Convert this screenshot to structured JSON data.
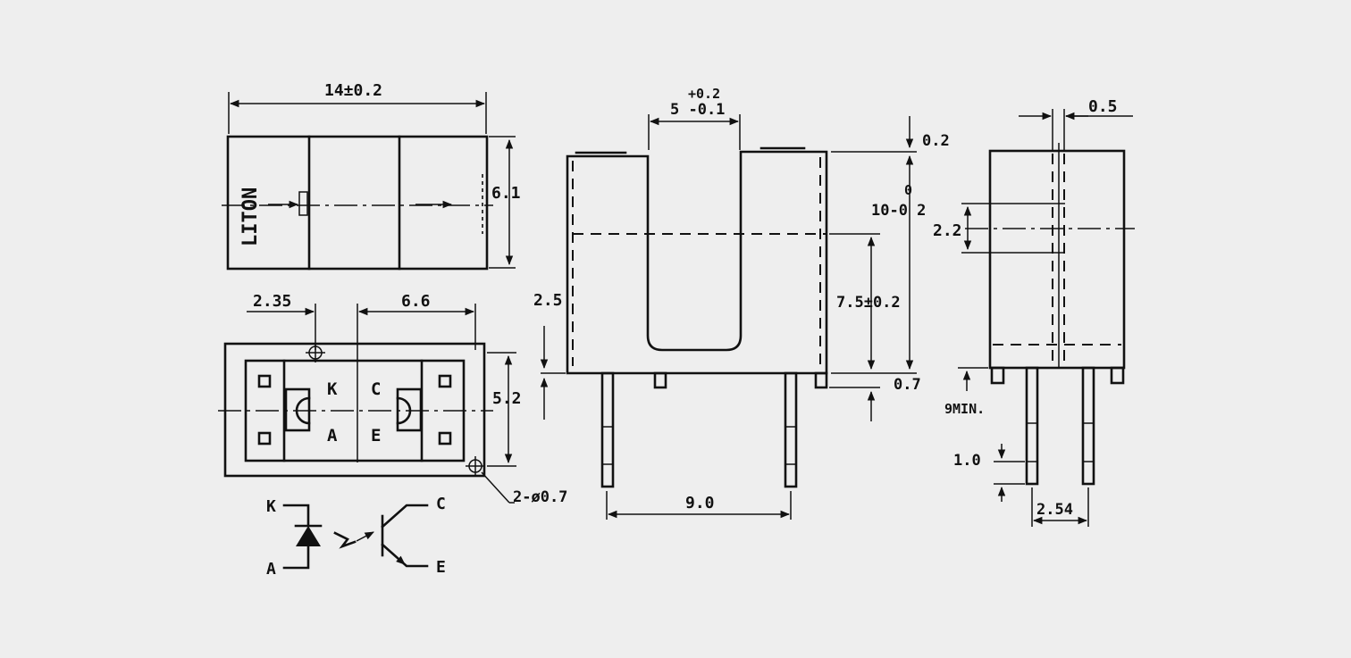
{
  "drawing": {
    "top_view": {
      "logo": "LITON",
      "dim_width": "14±0.2",
      "dim_height": "6.1"
    },
    "bottom_view": {
      "dim_left": "2.35",
      "dim_center": "6.6",
      "dim_height": "5.2",
      "dim_holes": "2-ø0.7",
      "pin_k": "K",
      "pin_c": "C",
      "pin_a": "A",
      "pin_e": "E"
    },
    "schematic": {
      "k": "K",
      "a": "A",
      "c": "C",
      "e": "E"
    },
    "front_view": {
      "dim_slot_tol_top": "+0.2",
      "dim_slot": "5 -0.1",
      "dim_top": "0.2",
      "dim_height_tol": "0",
      "dim_height": "10-0 2",
      "dim_axis": "7.5±0.2",
      "dim_base": "2.5",
      "dim_step": "0.7",
      "dim_pitch": "9.0"
    },
    "side_view": {
      "dim_offset": "0.5",
      "dim_aperture": "2.2",
      "dim_lead_length": "9MIN.",
      "dim_lead_width": "1.0",
      "dim_lead_pitch": "2.54"
    }
  }
}
